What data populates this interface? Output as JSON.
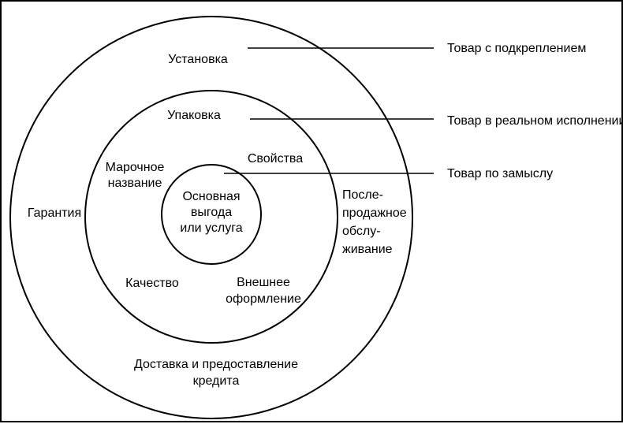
{
  "levels": {
    "augmented": "Товар с подкреплением",
    "actual": "Товар в реальном исполнении",
    "core": "Товар по замыслу"
  },
  "core": {
    "line1": "Основная",
    "line2": "выгода",
    "line3": "или услуга"
  },
  "actual_ring": {
    "packaging": "Упаковка",
    "brand_line1": "Марочное",
    "brand_line2": "название",
    "properties": "Свойства",
    "quality": "Качество",
    "design_line1": "Внешнее",
    "design_line2": "оформление"
  },
  "augmented_ring": {
    "installation": "Установка",
    "warranty": "Гарантия",
    "after_sales_line1": "После-",
    "after_sales_line2": "продажное",
    "after_sales_line3": "обслу-",
    "after_sales_line4": "живание",
    "delivery_line1": "Доставка и предоставление",
    "delivery_line2": "кредита"
  }
}
